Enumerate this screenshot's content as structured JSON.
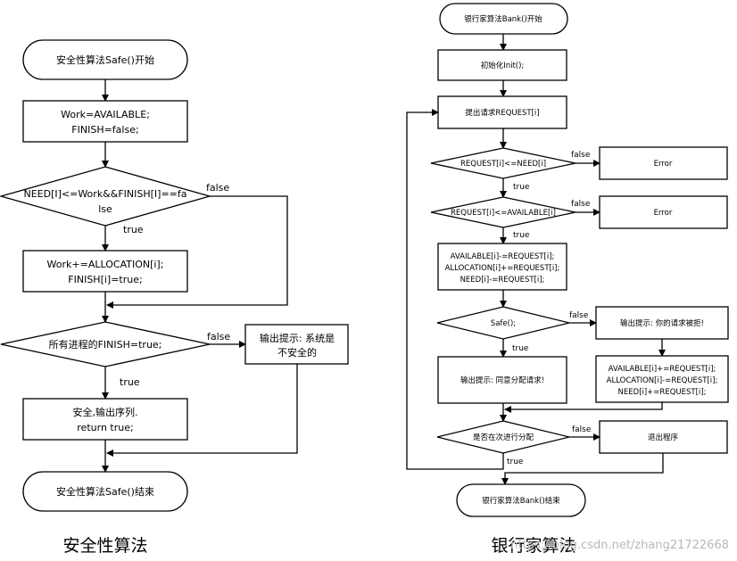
{
  "left": {
    "start": "安全性算法Safe()开始",
    "init": [
      "Work=AVAILABLE;",
      "FINISH=false;"
    ],
    "cond1": [
      "NEED[I]<=Work&&FINISH[I]==fa",
      "lse"
    ],
    "cond1_true": "true",
    "cond1_false": "false",
    "update": [
      "Work+=ALLOCATION[i];",
      "FINISH[i]=true;"
    ],
    "cond2": "所有进程的FINISH=true;",
    "cond2_true": "true",
    "cond2_false": "false",
    "unsafe": [
      "输出提示: 系统是",
      "不安全的"
    ],
    "safe": [
      "安全,输出序列.",
      "return true;"
    ],
    "end": "安全性算法Safe()结束",
    "caption": "安全性算法"
  },
  "right": {
    "start": "银行家算法Bank()开始",
    "init": "初始化Init();",
    "request": "提出请求REQUEST[i]",
    "cond1": "REQUEST[i]<=NEED[i]",
    "cond1_true": "true",
    "cond1_false": "false",
    "error1": "Error",
    "cond2": "REQUEST[i]<=AVAILABLE[i]",
    "cond2_true": "true",
    "cond2_false": "false",
    "error2": "Error",
    "alloc": [
      "AVAILABLE[i]-=REQUEST[i];",
      "ALLOCATION[i]+=REQUEST[i];",
      "NEED[i]-=REQUEST[i];"
    ],
    "safe": "Safe();",
    "safe_true": "true",
    "safe_false": "false",
    "rejected": "输出提示: 你的请求被拒!",
    "rollback": [
      "AVAILABLE[i]+=REQUEST[i];",
      "ALLOCATION[i]-=REQUEST[i];",
      "NEED[i]+=REQUEST[i];"
    ],
    "agree": "输出提示: 同意分配请求!",
    "again": "是否在次进行分配",
    "again_true": "true",
    "again_false": "false",
    "exit": "退出程序",
    "end": "银行家算法Bank()结束",
    "caption": "银行家算法"
  },
  "watermark": "https://blog.csdn.net/zhang21722668"
}
